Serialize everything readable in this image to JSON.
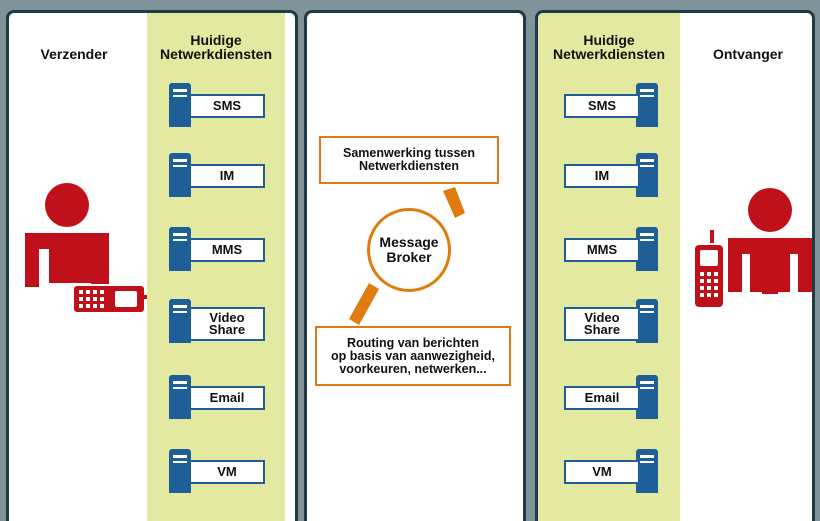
{
  "left": {
    "sender_label": "Verzender",
    "services_header": "Huidige\nNetwerkdiensten",
    "services": [
      "SMS",
      "IM",
      "MMS",
      "Video\nShare",
      "Email",
      "VM"
    ]
  },
  "middle": {
    "top_callout": "Samenwerking tussen\nNetwerkdiensten",
    "broker": "Message\nBroker",
    "bottom_callout": "Routing van berichten\nop basis van aanwezigheid,\nvoorkeuren, netwerken..."
  },
  "right": {
    "services_header": "Huidige\nNetwerkdiensten",
    "receiver_label": "Ontvanger",
    "services": [
      "SMS",
      "IM",
      "MMS",
      "Video\nShare",
      "Email",
      "VM"
    ]
  },
  "colors": {
    "panel_border": "#1f3a45",
    "band": "#e4e9a2",
    "server_blue": "#1e5f98",
    "person_red": "#c0111b",
    "accent_orange": "#e07b10"
  }
}
